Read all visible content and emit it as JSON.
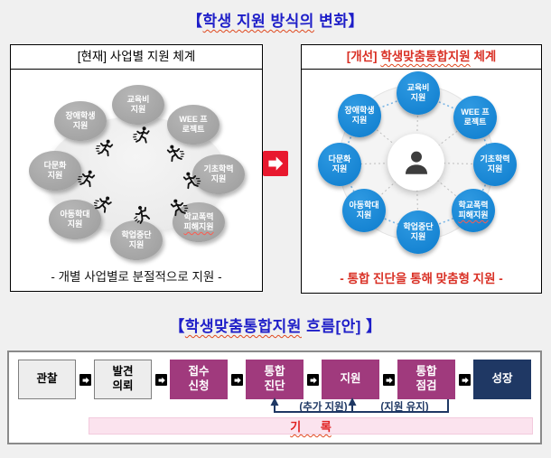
{
  "titles": {
    "main_pre": "【",
    "main_underlined": "학생 지원 방식의",
    "main_post": " 변화】",
    "flow_pre": "【",
    "flow_underlined": "학생맞춤통합지원",
    "flow_post": " 흐름[안] 】"
  },
  "left_panel": {
    "header": "[현재] 사업별 지원 체계",
    "caption": "- 개별 사업별로 분절적으로 지원 -",
    "circles": [
      {
        "line1": "교육비",
        "line2": "지원"
      },
      {
        "line1": "장애학생",
        "line2": "지원"
      },
      {
        "line1": "WEE 프",
        "line2": "로젝트"
      },
      {
        "line1": "다문화",
        "line2": "지원"
      },
      {
        "line1": "기초학력",
        "line2": "지원"
      },
      {
        "line1": "아동학대",
        "line2": "지원"
      },
      {
        "line1": "학업중단",
        "line2": "지원"
      },
      {
        "line1": "학교폭력",
        "line2": "피해지원"
      }
    ]
  },
  "right_panel": {
    "header_prefix": "[개선] ",
    "header_underlined": "학생맞춤통합지원",
    "header_suffix": " 체계",
    "caption": "- 통합 진단을 통해 맞춤형 지원 -",
    "circles": [
      {
        "line1": "교육비",
        "line2": "지원"
      },
      {
        "line1": "장애학생",
        "line2": "지원"
      },
      {
        "line1": "WEE 프",
        "line2": "로젝트"
      },
      {
        "line1": "다문화",
        "line2": "지원"
      },
      {
        "line1": "기초학력",
        "line2": "지원"
      },
      {
        "line1": "아동학대",
        "line2": "지원"
      },
      {
        "line1": "학업중단",
        "line2": "지원"
      },
      {
        "line1": "학교폭력",
        "line2": "피해지원"
      }
    ]
  },
  "flow": {
    "steps": [
      {
        "label_line1": "관찰",
        "style": "gray"
      },
      {
        "label_line1": "발견",
        "label_line2": "의뢰",
        "style": "gray"
      },
      {
        "label_line1": "접수",
        "label_line2": "신청",
        "style": "purple"
      },
      {
        "label_line1": "통합",
        "label_line2": "진단",
        "style": "purple"
      },
      {
        "label_line1": "지원",
        "style": "purple"
      },
      {
        "label_line1": "통합",
        "label_line2": "점검",
        "style": "purple"
      },
      {
        "label_line1": "성장",
        "style": "navy"
      }
    ],
    "feedback_label_1": "(추가 지원)",
    "feedback_label_2": "(지원 유지)",
    "record_label": "기      록"
  },
  "icons": {
    "runner": "running-person-icon",
    "person": "person-icon",
    "arrow": "right-arrow-icon"
  },
  "colors": {
    "page_bg": "#f0f0f0",
    "title_blue": "#1e1ec8",
    "accent_red": "#d93025",
    "transition_arrow_red": "#e8182e",
    "flow_purple": "#a03a7d",
    "flow_navy": "#1f3864",
    "flow_gray": "#ededed",
    "circle_blue": "#1487d6",
    "circle_gray": "#a8a8a8",
    "record_pink": "#fbe3ee"
  }
}
